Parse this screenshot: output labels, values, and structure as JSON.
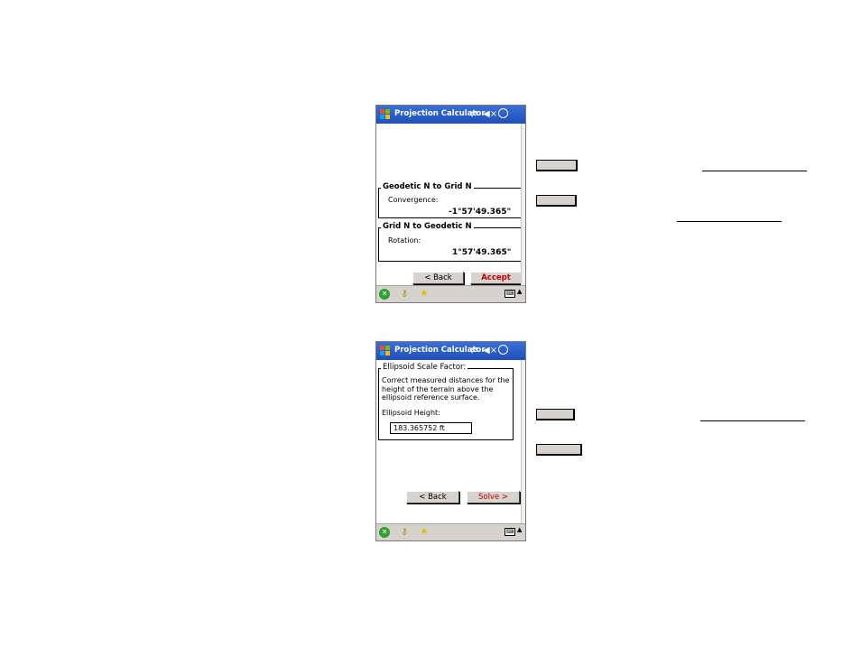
{
  "screen1": {
    "title": "Projection Calculator",
    "group1_legend": "Geodetic N to Grid N",
    "convergence_label": "Convergence:",
    "convergence_value": "-1°57'49.365\"",
    "group2_legend": "Grid N to Geodetic N",
    "rotation_label": "Rotation:",
    "rotation_value": "1°57'49.365\"",
    "back_button": "< Back",
    "accept_button": "Accept"
  },
  "screen2": {
    "title": "Projection Calculator",
    "group_legend": "Ellipsoid Scale Factor:",
    "description": "Correct measured distances for the height of the terrain above the ellipsoid reference surface.",
    "height_label": "Ellipsoid Height:",
    "height_value": "183.365752 ft",
    "back_button": "< Back",
    "solve_button": "Solve >"
  },
  "colors": {
    "titlebar": "#1f4fb8",
    "button_face": "#d6d3ce",
    "accent_red": "#c00000"
  }
}
